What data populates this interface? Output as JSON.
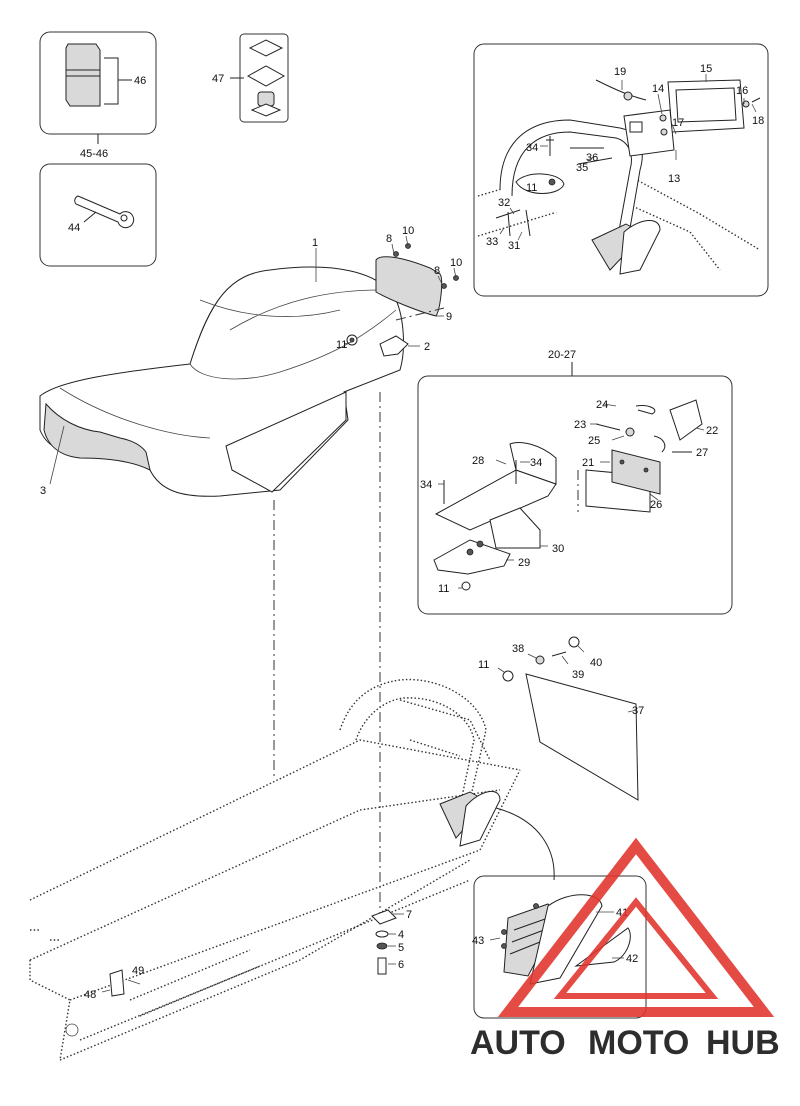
{
  "callouts": {
    "c1": "1",
    "c2": "2",
    "c3": "3",
    "c4": "4",
    "c5": "5",
    "c6": "6",
    "c7": "7",
    "c8a": "8",
    "c8b": "8",
    "c9": "9",
    "c10a": "10",
    "c10b": "10",
    "c11a": "11",
    "c11b": "11",
    "c11c": "11",
    "c11d": "11",
    "c13": "13",
    "c14": "14",
    "c15": "15",
    "c16": "16",
    "c17": "17",
    "c18": "18",
    "c19": "19",
    "c21": "21",
    "c22": "22",
    "c23": "23",
    "c24": "24",
    "c25": "25",
    "c26": "26",
    "c27": "27",
    "c28": "28",
    "c29": "29",
    "c30": "30",
    "c31": "31",
    "c32": "32",
    "c33": "33",
    "c34a": "34",
    "c34b": "34",
    "c34c": "34",
    "c35": "35",
    "c36": "36",
    "c37": "37",
    "c38": "38",
    "c39": "39",
    "c40": "40",
    "c41": "41",
    "c42": "42",
    "c43": "43",
    "c44": "44",
    "c46": "46",
    "c47": "47",
    "c48": "48",
    "c49": "49"
  },
  "group_labels": {
    "g4546": "45-46",
    "g2027": "20-27"
  },
  "watermark": {
    "auto": "AUTO",
    "moto": "MOTO",
    "hub": "HUB",
    "color_red": "#e0332b",
    "color_orange": "#f4a43a",
    "color_gray": "#9a9a9a"
  }
}
